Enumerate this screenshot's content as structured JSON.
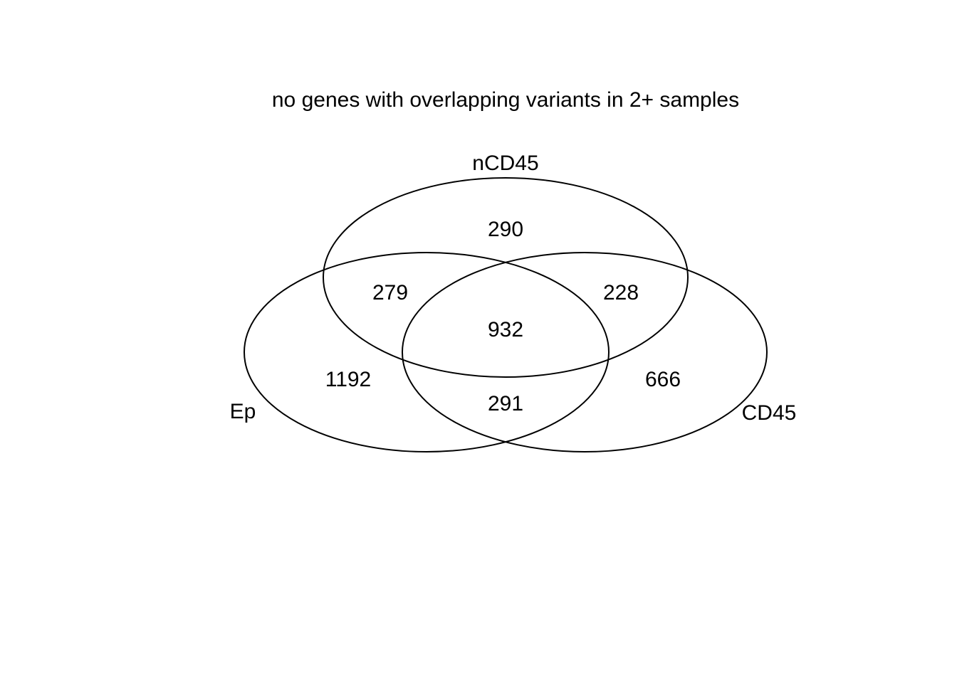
{
  "title": "no genes with overlapping variants in 2+ samples",
  "sets": [
    {
      "id": "ep",
      "label": "Ep"
    },
    {
      "id": "ncd45",
      "label": "nCD45"
    },
    {
      "id": "cd45",
      "label": "CD45"
    }
  ],
  "regions": {
    "ep_only": "1192",
    "ncd45_only": "290",
    "cd45_only": "666",
    "ep_ncd45": "279",
    "ncd45_cd45": "228",
    "ep_cd45": "291",
    "all_three": "932"
  },
  "colors": {
    "stroke": "#000000",
    "text": "#000000",
    "background": "#ffffff"
  }
}
